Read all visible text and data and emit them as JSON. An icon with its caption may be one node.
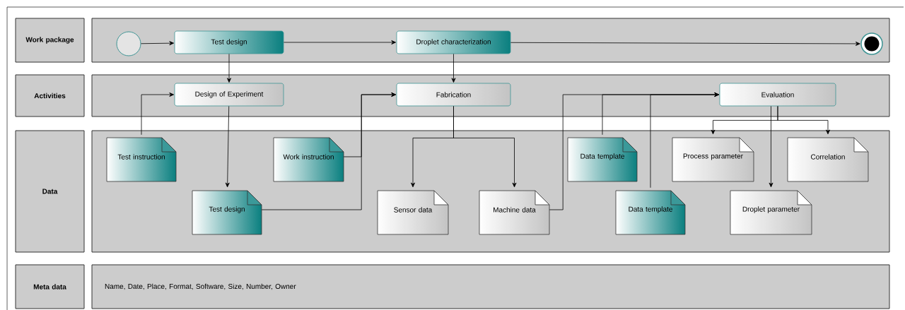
{
  "diagram": {
    "nodes": [
      {
        "text": [
          "Work package"
        ]
      },
      {
        "text": [],
        "shape": "box"
      },
      {
        "text": [],
        "shape": "circle",
        "in": 1
      },
      {
        "text": [
          "Test design"
        ],
        "in": 1
      },
      {
        "text": [
          "Droplet characterization"
        ],
        "in": 1
      },
      {
        "text": [],
        "shape": "circle",
        "in": 1
      },
      {
        "text": [
          "Activities"
        ]
      },
      {
        "text": [],
        "shape": "box"
      },
      {
        "text": [
          "Design of Experiment"
        ],
        "in": 7
      },
      {
        "text": [
          "Fabrication"
        ],
        "in": 7
      },
      {
        "text": [
          "Evaluation"
        ],
        "in": 7
      },
      {
        "text": [
          "Data"
        ]
      },
      {
        "text": [],
        "shape": "box"
      },
      {
        "text": [
          "Test instruction"
        ],
        "in": 12
      },
      {
        "text": [
          "Work instruction"
        ],
        "in": 12
      },
      {
        "text": [
          "Test design"
        ],
        "in": 12
      },
      {
        "text": [
          "Sensor data"
        ],
        "in": 12
      },
      {
        "text": [
          "Machine data"
        ],
        "in": 12
      },
      {
        "text": [
          "Data template"
        ],
        "in": 12
      },
      {
        "text": [
          "Data template"
        ],
        "in": 12
      },
      {
        "text": [
          "Process parameter"
        ],
        "in": 12
      },
      {
        "text": [
          "Correlation"
        ],
        "in": 12
      },
      {
        "text": [
          "Droplet parameter"
        ],
        "in": 12
      },
      {
        "text": [
          "Meta data"
        ]
      },
      {
        "text": [
          "Name, Date, Place, Format, Software, Size, Number, Owner"
        ]
      }
    ],
    "edges": [
      {
        "from": 2,
        "to": 3,
        "arrow": "to"
      },
      {
        "from": 3,
        "to": 4,
        "arrow": "to"
      },
      {
        "from": 4,
        "to": 5,
        "arrow": "to"
      },
      {
        "from": 3,
        "to": 8,
        "arrow": "to"
      },
      {
        "from": 4,
        "to": 9,
        "arrow": "to"
      },
      {
        "from": 13,
        "to": 8,
        "arrow": "to"
      },
      {
        "from": 8,
        "to": 15,
        "arrow": "to"
      },
      {
        "from": 15,
        "to": 9,
        "arrow": "to"
      },
      {
        "from": 14,
        "to": 9,
        "arrow": "to"
      },
      {
        "from": 9,
        "to": 16,
        "arrow": "to"
      },
      {
        "from": 9,
        "to": 17,
        "arrow": "to"
      },
      {
        "from": 17,
        "to": 10,
        "arrow": "to"
      },
      {
        "from": 18,
        "to": 10,
        "arrow": "to"
      },
      {
        "from": 19,
        "to": 10,
        "arrow": "to"
      },
      {
        "from": 10,
        "to": 20,
        "arrow": "to"
      },
      {
        "from": 10,
        "to": 21,
        "arrow": "to"
      },
      {
        "from": 10,
        "to": 22,
        "arrow": "to"
      }
    ]
  }
}
